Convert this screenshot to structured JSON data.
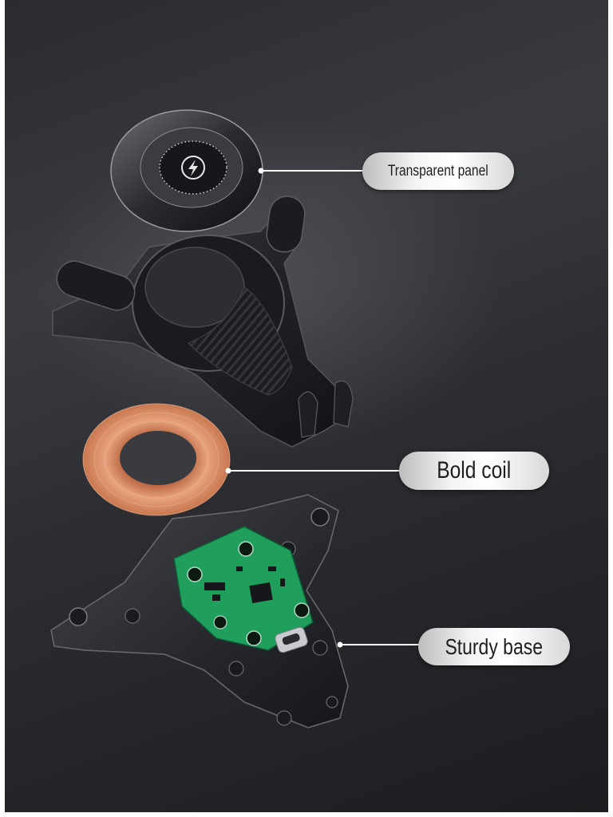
{
  "callouts": {
    "panel": {
      "label": "Transparent panel"
    },
    "coil": {
      "label": "Bold coil"
    },
    "base": {
      "label": "Sturdy base"
    }
  },
  "colors": {
    "background": "#2a2b2f",
    "pill_highlight": "#ffffff",
    "coil_copper": "#d9906a",
    "pcb_green": "#1f9e5c",
    "holder_dark": "#1a1b1f"
  },
  "icons": {
    "panel_center": "lightning-charge-icon",
    "port": "usb-c-port-icon"
  }
}
